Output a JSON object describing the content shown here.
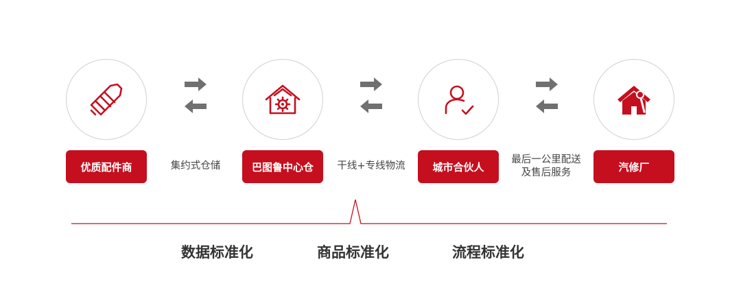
{
  "flow": {
    "nodes": [
      {
        "label": "优质配件商",
        "icon": "auto-parts-icon"
      },
      {
        "label": "巴图鲁中心仓",
        "icon": "warehouse-icon"
      },
      {
        "label": "城市合伙人",
        "icon": "partner-user-check-icon"
      },
      {
        "label": "汽修厂",
        "icon": "repair-shop-wrench-icon"
      }
    ],
    "connectors": [
      {
        "lines": [
          "集约式仓储"
        ]
      },
      {
        "lines": [
          "干线+专线物流"
        ]
      },
      {
        "lines": [
          "最后一公里配送",
          "及售后服务"
        ]
      }
    ]
  },
  "pillars": [
    "数据标准化",
    "商品标准化",
    "流程标准化"
  ],
  "colors": {
    "accent": "#c50f1e",
    "arrow": "#707070",
    "circle_border": "#d0d0d0",
    "text": "#333333"
  }
}
